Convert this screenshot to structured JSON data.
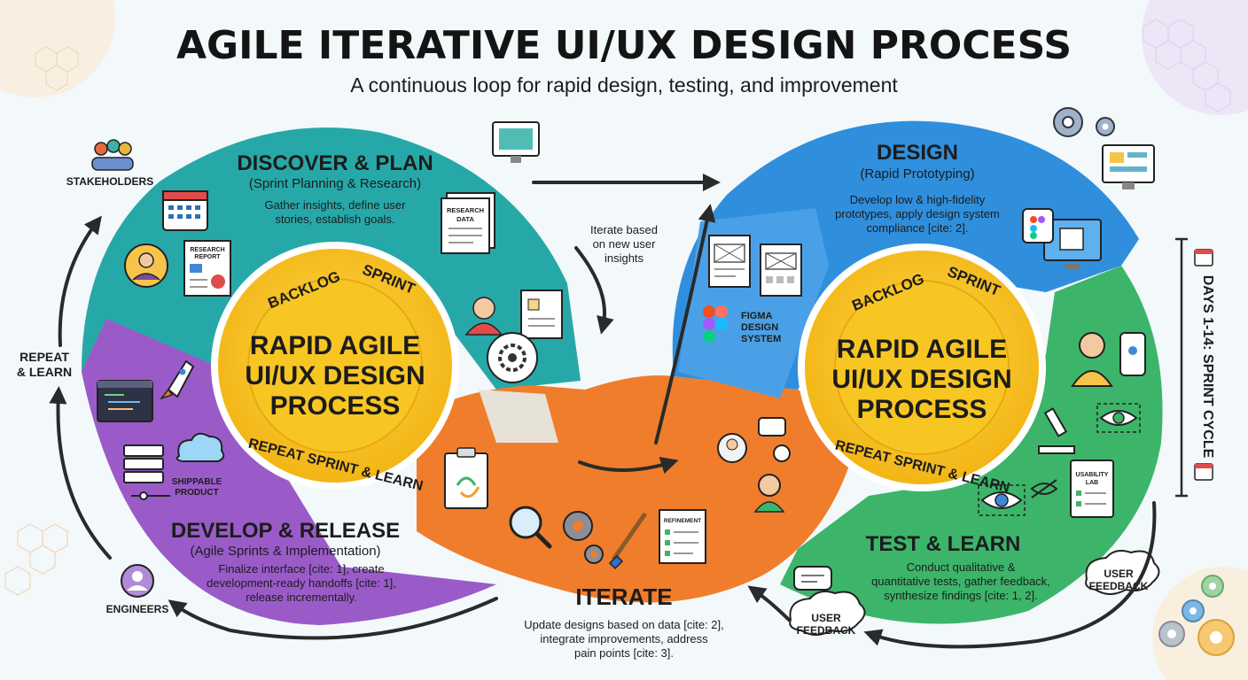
{
  "header": {
    "title": "AGILE ITERATIVE UI/UX DESIGN PROCESS",
    "subtitle": "A continuous loop for rapid design, testing, and improvement"
  },
  "center_left": {
    "ring_top_left": "BACKLOG",
    "ring_top_right": "SPRINT",
    "ring_bottom": "REPEAT SPRINT & LEARN",
    "title": [
      "RAPID AGILE",
      "UI/UX DESIGN",
      "PROCESS"
    ]
  },
  "center_right": {
    "ring_top_left": "BACKLOG",
    "ring_top_right": "SPRINT",
    "ring_bottom": "REPEAT SPRINT & LEARN",
    "title": [
      "RAPID AGILE",
      "UI/UX DESIGN",
      "PROCESS"
    ]
  },
  "discover": {
    "title": "DISCOVER & PLAN",
    "subtitle": "(Sprint Planning & Research)",
    "desc": [
      "Gather insights, define user",
      "stories, establish goals."
    ],
    "doc_research": [
      "RESEARCH",
      "DATA"
    ],
    "doc_report": [
      "RESEARCH",
      "REPORT"
    ]
  },
  "design": {
    "title": "DESIGN",
    "subtitle": "(Rapid Prototyping)",
    "desc": [
      "Develop low & high-fidelity",
      "prototypes, apply design system",
      "compliance [cite: 2]."
    ],
    "figma": [
      "FIGMA",
      "DESIGN",
      "SYSTEM"
    ]
  },
  "develop": {
    "title": "DEVELOP & RELEASE",
    "subtitle": "(Agile Sprints & Implementation)",
    "desc": [
      "Finalize interface [cite: 1], create",
      "development-ready handoffs [cite: 1],",
      "release incrementally."
    ],
    "product": [
      "SHIPPABLE",
      "PRODUCT"
    ]
  },
  "iterate": {
    "title": "ITERATE",
    "desc": [
      "Update designs based on data [cite: 2],",
      "integrate improvements, address",
      "pain points [cite: 3]."
    ],
    "refinement": "REFINEMENT",
    "arrow_note": [
      "Iterate based",
      "on new user",
      "insights"
    ]
  },
  "test": {
    "title": "TEST & LEARN",
    "desc": [
      "Conduct qualitative &",
      "quantitative tests, gather feedback,",
      "synthesize findings [cite: 1, 2]."
    ],
    "lab": [
      "USABILITY",
      "LAB"
    ]
  },
  "labels": {
    "stakeholders": "STAKEHOLDERS",
    "engineers": "ENGINEERS",
    "repeat": [
      "REPEAT",
      "& LEARN"
    ],
    "user_feedback_1": [
      "USER",
      "FEEDBACK"
    ],
    "user_feedback_2": [
      "USER",
      "FEEDBACK"
    ],
    "sprint_cycle": "DAYS 1-14: SPRINT CYCLE"
  },
  "colors": {
    "teal": "#27a8a8",
    "blue": "#2f8fdc",
    "green": "#3cb56a",
    "purple": "#9a5bc9",
    "orange": "#f07d2b",
    "yellow": "#f3b816",
    "ink": "#1c1c1c"
  }
}
